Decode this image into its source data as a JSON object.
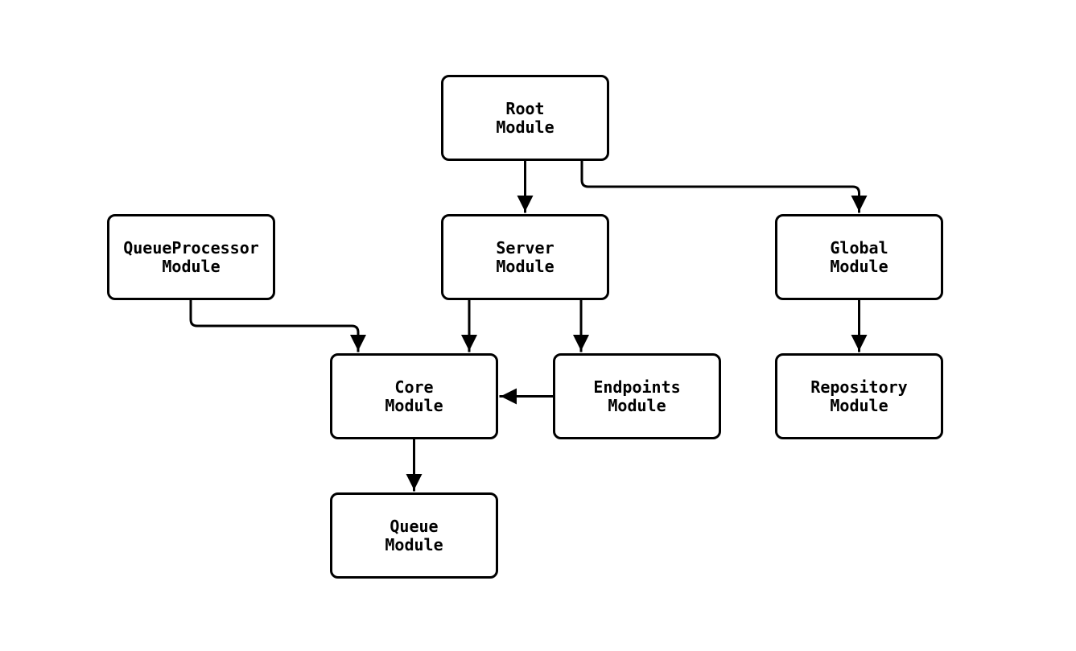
{
  "diagram": {
    "background_color": "#ffffff",
    "node_fill_color": "#ffffff",
    "node_stroke_color": "#000000",
    "edge_color": "#000000",
    "nodes": {
      "root": {
        "label": "Root\nModule"
      },
      "queue_processor": {
        "label": "QueueProcessor\nModule"
      },
      "server": {
        "label": "Server\nModule"
      },
      "global": {
        "label": "Global\nModule"
      },
      "core": {
        "label": "Core\nModule"
      },
      "endpoints": {
        "label": "Endpoints\nModule"
      },
      "repository": {
        "label": "Repository\nModule"
      },
      "queue": {
        "label": "Queue\nModule"
      }
    },
    "edges": [
      {
        "from": "Root Module",
        "to": "Server Module"
      },
      {
        "from": "Root Module",
        "to": "Global Module"
      },
      {
        "from": "QueueProcessor Module",
        "to": "Core Module"
      },
      {
        "from": "Server Module",
        "to": "Core Module"
      },
      {
        "from": "Server Module",
        "to": "Endpoints Module"
      },
      {
        "from": "Endpoints Module",
        "to": "Core Module"
      },
      {
        "from": "Global Module",
        "to": "Repository Module"
      },
      {
        "from": "Core Module",
        "to": "Queue Module"
      }
    ]
  }
}
